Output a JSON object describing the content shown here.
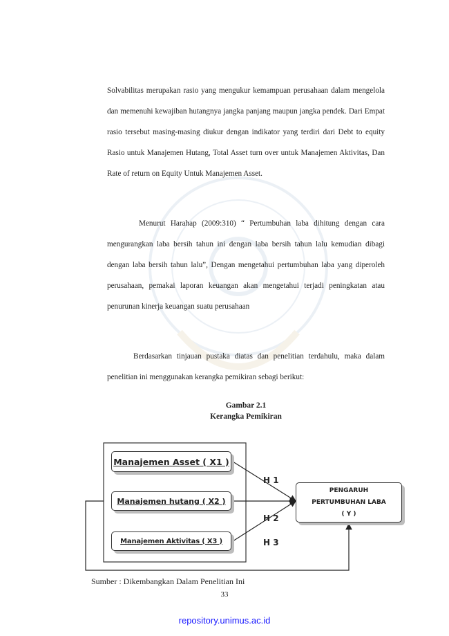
{
  "paragraphs": [
    "Solvabilitas merupakan rasio yang mengukur kemampuan perusahaan dalam mengelola dan memenuhi kewajiban hutangnya jangka panjang maupun jangka pendek. Dari Empat  rasio tersebut masing-masing diukur dengan indikator yang terdiri dari Debt to equity Rasio untuk Manajemen Hutang, Total Asset turn over untuk Manajemen Aktivitas, Dan Rate of return on Equity Untuk Manajemen Asset.",
    "Menurut Harahap (2009:310) “ Pertumbuhan laba dihitung dengan cara mengurangkan laba bersih tahun ini dengan laba bersih tahun lalu kemudian dibagi dengan laba bersih tahun lalu”, Dengan mengetahui pertumbuhan laba yang diperoleh perusahaan, pemakai laporan keuangan akan mengetahui terjadi peningkatan atau penurunan kinerja keuangan suatu perusahaan",
    "Berdasarkan tinjauan pustaka diatas dan penelitian terdahulu, maka dalam penelitian ini menggunakan kerangka pemikiran sebagi berikut:"
  ],
  "figure": {
    "number": "Gambar 2.1",
    "title": "Kerangka Pemikiran",
    "independent": [
      "Manajemen Asset ( X1 )",
      "Manajemen hutang ( X2 )",
      "Manajemen Aktivitas ( X3 )"
    ],
    "dependent": [
      "PENGARUH",
      "PERTUMBUHAN LABA",
      "( Y )"
    ],
    "hypotheses": [
      "H 1",
      "H 2",
      "H 3"
    ],
    "source": "Sumber : Dikembangkan Dalam Penelitian Ini"
  },
  "page_number": "33",
  "repository": "repository.unimus.ac.id",
  "colors": {
    "repository_link": "#1a1aff",
    "watermark": "#8aa6c8"
  }
}
